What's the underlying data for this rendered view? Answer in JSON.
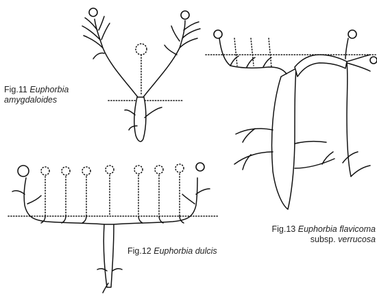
{
  "figures": [
    {
      "id": "fig11",
      "label": "Fig.11",
      "species": "Euphorbia",
      "epithet": "amygdaloides"
    },
    {
      "id": "fig12",
      "label": "Fig.12",
      "species": "Euphorbia dulcis"
    },
    {
      "id": "fig13",
      "label": "Fig.13",
      "species": "Euphorbia flavicoma",
      "subsp_prefix": "subsp.",
      "subspecies": "verrucosa"
    }
  ]
}
